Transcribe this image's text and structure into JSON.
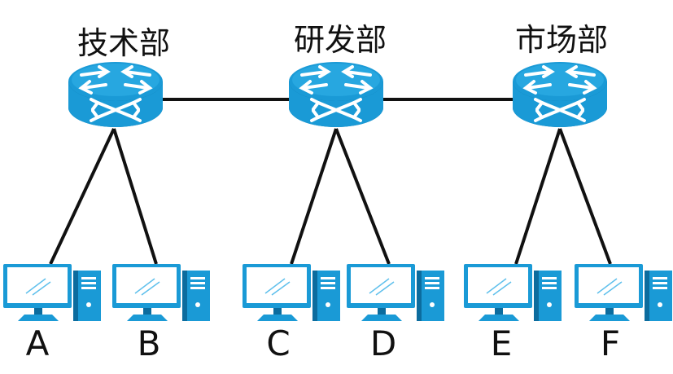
{
  "colors": {
    "device_blue": "#1a9ad6",
    "device_dark": "#0c6c9e",
    "device_light": "#5fc0ec",
    "screen_blue": "#27a3dc",
    "wire": "#111111"
  },
  "departments": [
    {
      "id": "tech",
      "label": "技术部",
      "icon": "router-icon"
    },
    {
      "id": "rd",
      "label": "研发部",
      "icon": "router-icon"
    },
    {
      "id": "market",
      "label": "市场部",
      "icon": "router-icon"
    }
  ],
  "computers": [
    {
      "label": "A",
      "dept": "tech",
      "icon": "computer-icon"
    },
    {
      "label": "B",
      "dept": "tech",
      "icon": "computer-icon"
    },
    {
      "label": "C",
      "dept": "rd",
      "icon": "computer-icon"
    },
    {
      "label": "D",
      "dept": "rd",
      "icon": "computer-icon"
    },
    {
      "label": "E",
      "dept": "market",
      "icon": "computer-icon"
    },
    {
      "label": "F",
      "dept": "market",
      "icon": "computer-icon"
    }
  ],
  "links": [
    {
      "from": "tech",
      "to": "rd"
    },
    {
      "from": "rd",
      "to": "market"
    },
    {
      "from": "tech",
      "to": "A"
    },
    {
      "from": "tech",
      "to": "B"
    },
    {
      "from": "rd",
      "to": "C"
    },
    {
      "from": "rd",
      "to": "D"
    },
    {
      "from": "market",
      "to": "E"
    },
    {
      "from": "market",
      "to": "F"
    }
  ]
}
